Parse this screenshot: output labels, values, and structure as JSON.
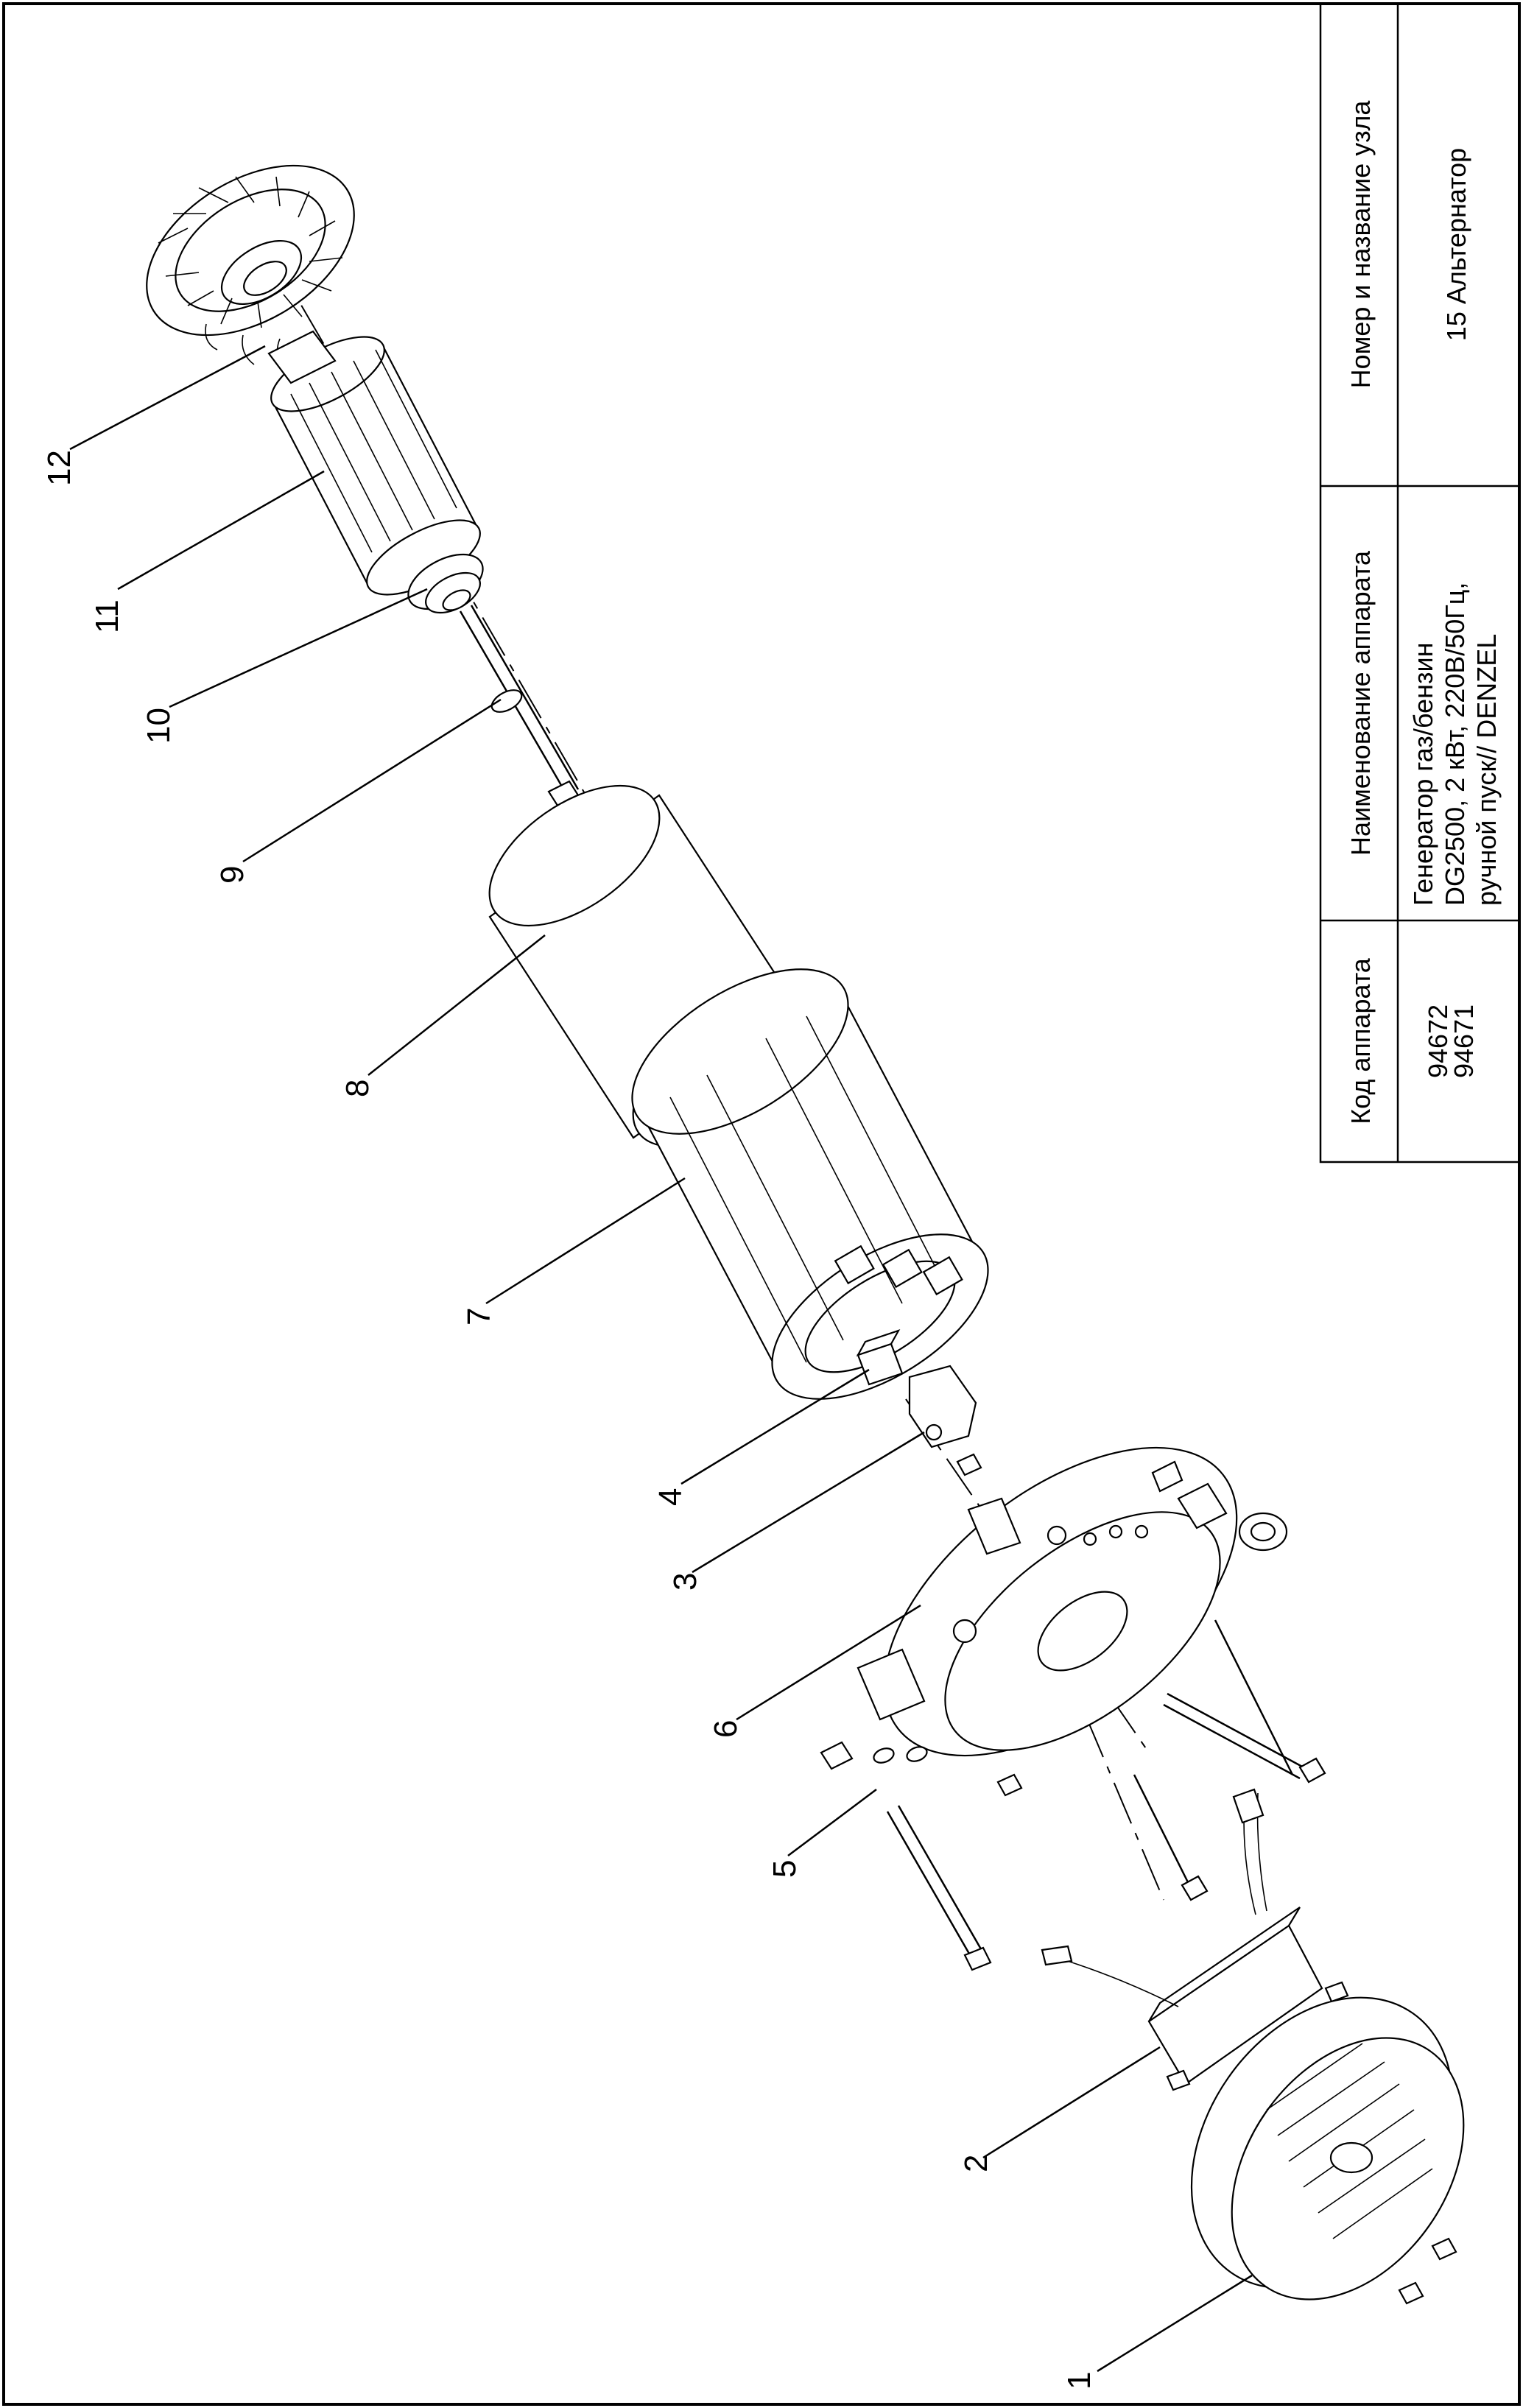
{
  "title_block": {
    "header_code": "Код аппарата",
    "header_name": "Наименование аппарата",
    "header_node": "Номер и название узла",
    "codes": [
      "94672",
      "94671"
    ],
    "device_lines": [
      "Генератор газ/бензин",
      "DG2500, 2 кВт, 220В/50Гц,",
      "ручной пуск// DENZEL"
    ],
    "node": "15 Альтернатор"
  },
  "callouts": [
    "1",
    "2",
    "3",
    "4",
    "5",
    "6",
    "7",
    "8",
    "9",
    "10",
    "11",
    "12"
  ]
}
